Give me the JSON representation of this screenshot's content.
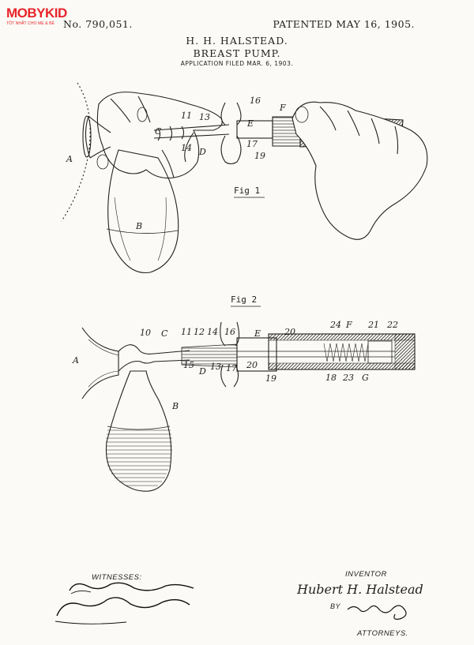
{
  "logo": {
    "brand_part1": "MOBY",
    "brand_part2": "KID",
    "tagline": "TỐT NHẤT CHO MẸ & BÉ"
  },
  "header": {
    "patent_number": "No. 790,051.",
    "patented_date": "PATENTED MAY 16, 1905.",
    "inventor_initials": "H. H. HALSTEAD.",
    "title": "BREAST PUMP.",
    "application_filed": "APPLICATION FILED MAR. 6, 1903."
  },
  "figures": {
    "fig1_caption": "Fig 1",
    "fig2_caption": "Fig 2",
    "fig1_labels": {
      "A": "A",
      "B": "B",
      "C": "C",
      "D": "D",
      "E": "E",
      "F": "F",
      "n11": "11",
      "n13": "13",
      "n14": "14",
      "n16": "16",
      "n17": "17",
      "n19": "19"
    },
    "fig2_labels": {
      "A": "A",
      "B": "B",
      "C": "C",
      "D": "D",
      "E": "E",
      "F": "F",
      "G": "G",
      "n10": "10",
      "n11": "11",
      "n12": "12",
      "n13": "13",
      "n14": "14",
      "n15": "15",
      "n16": "16",
      "n17": "17",
      "n18": "18",
      "n19": "19",
      "n20a": "20",
      "n20b": "20",
      "n21": "21",
      "n22": "22",
      "n23": "23",
      "n24": "24"
    }
  },
  "footer": {
    "witnesses_label": "WITNESSES:",
    "inventor_label": "INVENTOR",
    "inventor_signature": "Hubert H. Halstead",
    "by_label": "BY",
    "attorneys_label": "ATTORNEYS."
  }
}
